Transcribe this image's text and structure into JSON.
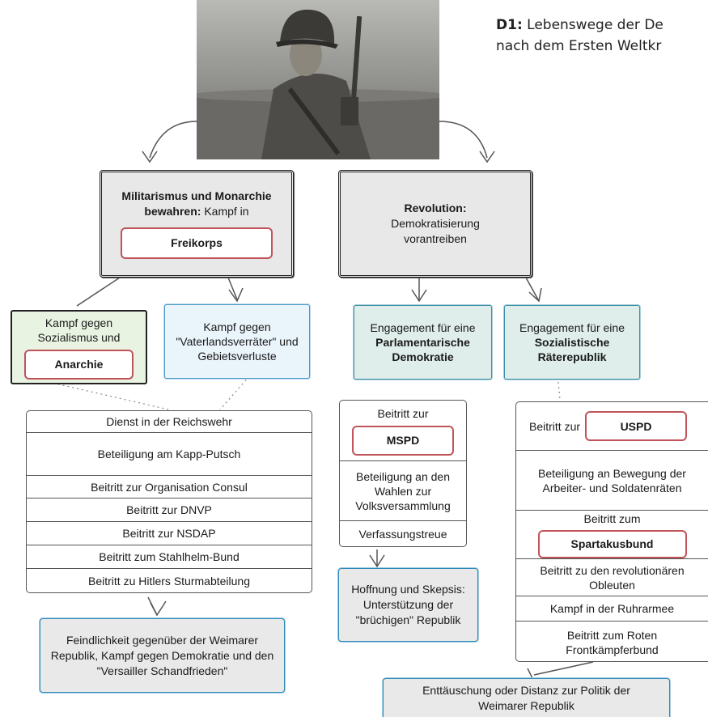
{
  "title": {
    "bold": "D1:",
    "line1": "Lebenswege der De",
    "line2": "nach dem Ersten Weltkr"
  },
  "left_main": {
    "bold": "Militarismus und Monarchie bewahren:",
    "text": "Kampf in",
    "pill": "Freikorps"
  },
  "right_main": {
    "bold": "Revolution:",
    "text": "Demokratisierung vorantreiben"
  },
  "anarchie_box": {
    "text": "Kampf gegen Sozialismus und",
    "pill": "Anarchie"
  },
  "verraeter_box": {
    "text": "Kampf gegen \"Vaterlandsverräter\" und Gebietsverluste"
  },
  "demokratie_box": {
    "text": "Engagement für eine",
    "bold": "Parlamentarische Demokratie"
  },
  "raete_box": {
    "text": "Engagement für eine",
    "bold": "Sozialistische Räterepublik"
  },
  "left_list": [
    "Dienst in der Reichswehr",
    "Beteiligung am Kapp-Putsch",
    "Beitritt zur Organisation Consul",
    "Beitritt zur DNVP",
    "Beitritt zur NSDAP",
    "Beitritt zum Stahlhelm-Bund",
    "Beitritt zu Hitlers Sturmabteilung"
  ],
  "middle_list": {
    "join_text": "Beitritt zur",
    "join_pill": "MSPD",
    "items": [
      "Beteiligung an den Wahlen zur Volksversammlung",
      "Verfassungstreue"
    ]
  },
  "right_list": {
    "join_text": "Beitritt zur",
    "join_pill": "USPD",
    "raete": "Beteiligung an Bewegung der Arbeiter- und Soldatenräten",
    "spartakus_text": "Beitritt zum",
    "spartakus_pill": "Spartakusbund",
    "items": [
      "Beitritt zu den revolutionären Obleuten",
      "Kampf in der Ruhrarmee",
      "Beitritt zum Roten Frontkämpferbund"
    ]
  },
  "outcomes": {
    "left": "Feindlichkeit gegenüber der Weimarer Republik, Kampf gegen Demokratie und den \"Versailler Schandfrieden\"",
    "middle": "Hoffnung und Skepsis: Unterstützung der \"brüchigen\" Republik",
    "right": "Enttäuschung oder Distanz zur Politik der Weimarer Republik"
  },
  "colors": {
    "pill_border": "#c0545a",
    "blue_border": "#2f8ab8",
    "box_gray": "#e8e8e8"
  },
  "icons": [
    "soldier-photo"
  ]
}
